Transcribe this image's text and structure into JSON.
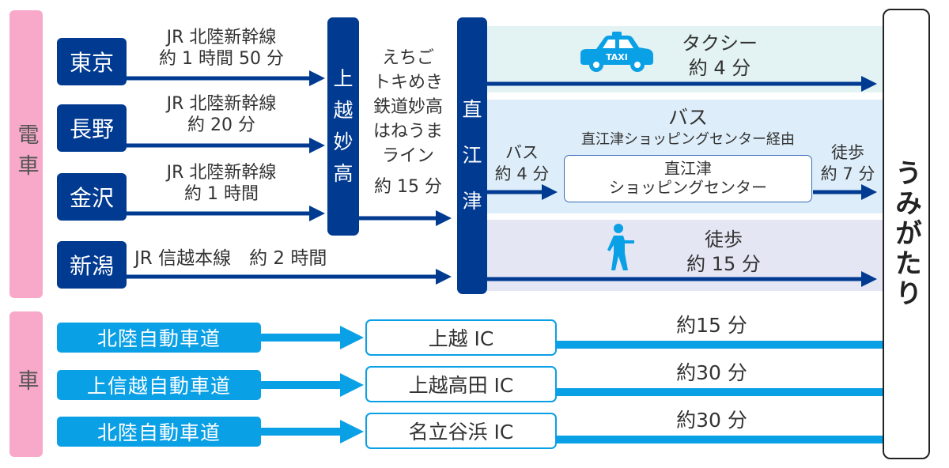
{
  "colors": {
    "navy": "#003a91",
    "sky": "#0aa0e6",
    "pink": "#f8a9c9",
    "taxi_band": "#e3f2f2",
    "bus_band": "#ddeefa",
    "walk_band": "#e4e6f4"
  },
  "categories": {
    "train": "電車",
    "car": "車"
  },
  "train_routes": [
    {
      "origin": "東京",
      "line": "JR 北陸新幹線",
      "time": "約 1 時間 50 分"
    },
    {
      "origin": "長野",
      "line": "JR 北陸新幹線",
      "time": "約 20 分"
    },
    {
      "origin": "金沢",
      "line": "JR 北陸新幹線",
      "time": "約 1 時間"
    },
    {
      "origin": "新潟",
      "line": "JR 信越本線　約 2 時間",
      "time": ""
    }
  ],
  "transfer_station": {
    "name": [
      "上",
      "越",
      "妙",
      "高"
    ]
  },
  "local_line": {
    "lines": [
      "えちご",
      "トキめき",
      "鉄道妙高",
      "はねうま",
      "ライン"
    ],
    "time": "約 15 分"
  },
  "hub_station": {
    "name": [
      "直",
      "江",
      "津"
    ]
  },
  "last_mile": {
    "taxi": {
      "icon": "taxi-icon",
      "icon_text": "TAXI",
      "mode": "タクシー",
      "time": "約 4 分"
    },
    "bus": {
      "mode": "バス",
      "via": "直江津ショッピングセンター経由",
      "leg1_mode": "バス",
      "leg1_time": "約 4 分",
      "stop": [
        "直江津",
        "ショッピングセンター"
      ],
      "leg2_mode": "徒歩",
      "leg2_time": "約 7 分"
    },
    "walk": {
      "icon": "walker-icon",
      "mode": "徒歩",
      "time": "約 15 分"
    }
  },
  "destination": "うみがたり",
  "car_routes": [
    {
      "highway": "北陸自動車道",
      "ic": "上越 IC",
      "time": "約15 分"
    },
    {
      "highway": "上信越自動車道",
      "ic": "上越高田 IC",
      "time": "約30 分"
    },
    {
      "highway": "北陸自動車道",
      "ic": "名立谷浜 IC",
      "time": "約30 分"
    }
  ]
}
